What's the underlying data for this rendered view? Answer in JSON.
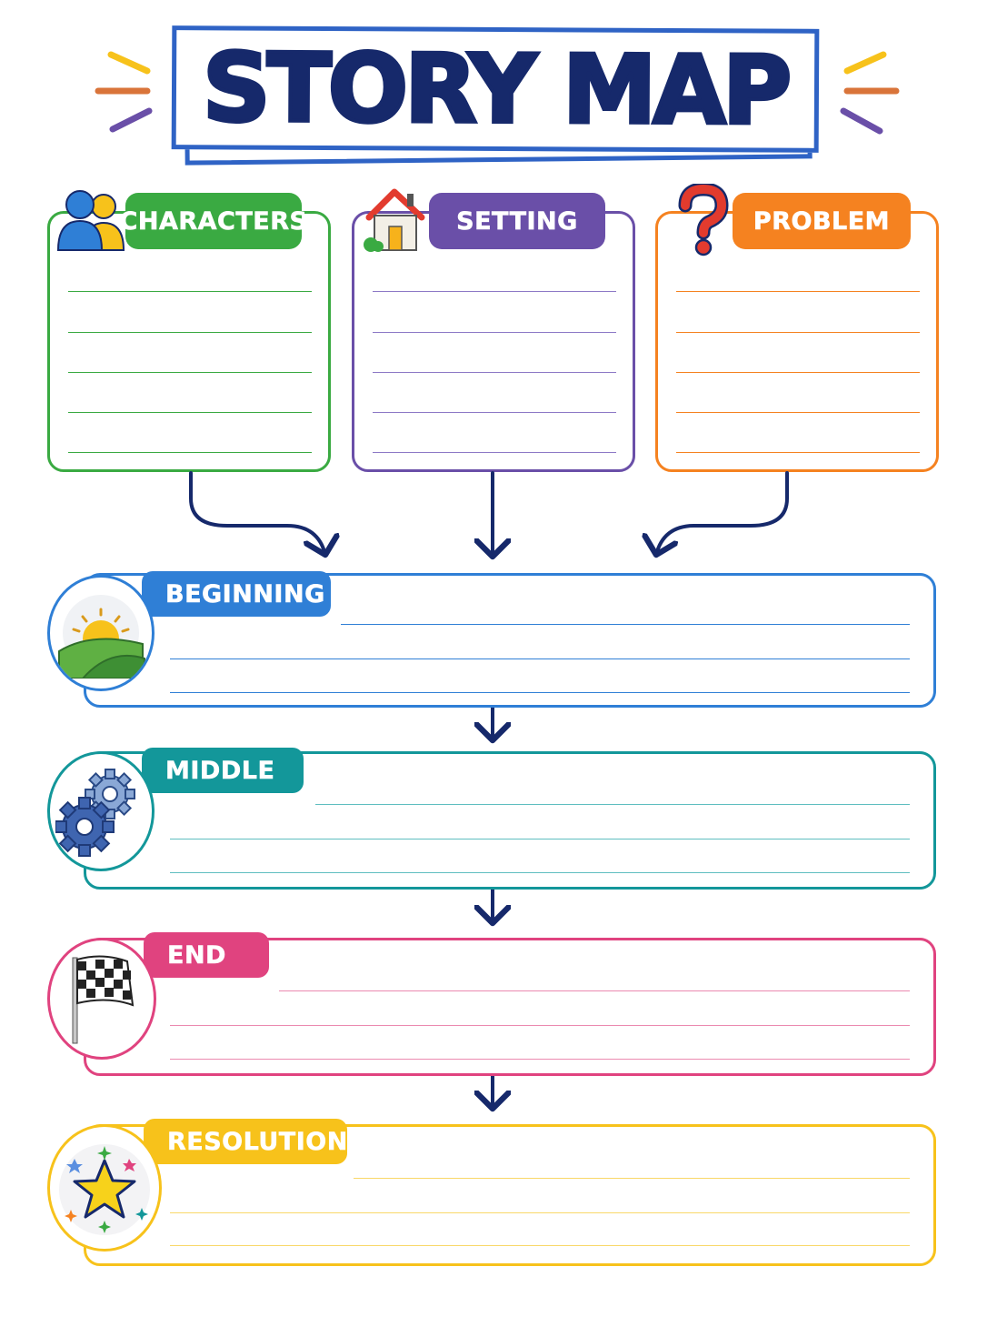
{
  "title": "STORY MAP",
  "cards": [
    {
      "label": "CHARACTERS",
      "icon": "people-icon",
      "color": "#3aaa42"
    },
    {
      "label": "SETTING",
      "icon": "house-icon",
      "color": "#6a4fa8"
    },
    {
      "label": "PROBLEM",
      "icon": "question-mark-icon",
      "color": "#f58220"
    }
  ],
  "sections": [
    {
      "label": "BEGINNING",
      "icon": "sunrise-icon",
      "color": "#2f7fd6"
    },
    {
      "label": "MIDDLE",
      "icon": "gears-icon",
      "color": "#13979a"
    },
    {
      "label": "END",
      "icon": "checkered-flag-icon",
      "color": "#e0437f"
    },
    {
      "label": "RESOLUTION",
      "icon": "stars-icon",
      "color": "#f7c21b"
    }
  ],
  "arrow_color": "#16296b"
}
